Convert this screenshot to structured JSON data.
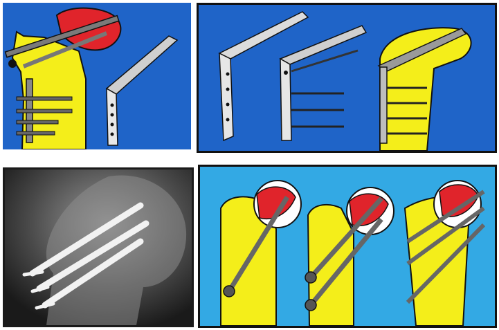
{
  "panels": [
    {
      "id": "blade-plate-illustration",
      "kind": "illustration"
    },
    {
      "id": "dynamic-condylar-screw-illustration",
      "kind": "illustration"
    },
    {
      "id": "cannulated-screws-radiograph",
      "kind": "radiograph"
    },
    {
      "id": "cannulated-screw-placement-illustration",
      "kind": "illustration"
    }
  ],
  "colors": {
    "illustration_background": "#1f64c8",
    "light_background": "#33a9e4",
    "bone": "#f4ee1a",
    "femoral_head": "#e0242b",
    "femoral_head_capsule": "#ffffff",
    "implant_metal": "#9a9a9a",
    "outline": "#111111"
  }
}
